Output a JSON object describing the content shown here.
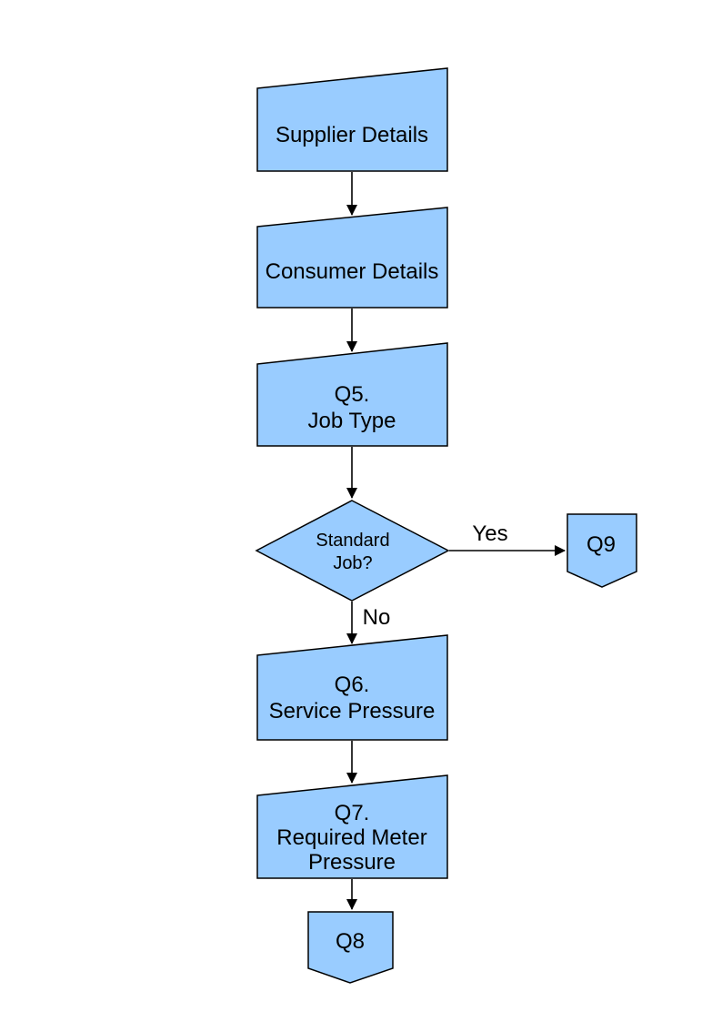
{
  "diagram": {
    "background_color": "#FFFFFF",
    "node_fill_color": "#99CCFF",
    "node_stroke_color": "#000000",
    "nodes": {
      "supplier": {
        "label": "Supplier Details",
        "shape": "manual-input"
      },
      "consumer": {
        "label": "Consumer Details",
        "shape": "manual-input"
      },
      "q5": {
        "line1": "Q5.",
        "line2": "Job Type",
        "shape": "manual-input"
      },
      "decision": {
        "line1": "Standard",
        "line2": "Job?",
        "shape": "decision-diamond"
      },
      "q9": {
        "label": "Q9",
        "shape": "off-page-connector"
      },
      "q6": {
        "line1": "Q6.",
        "line2": "Service Pressure",
        "shape": "manual-input"
      },
      "q7": {
        "line1": "Q7.",
        "line2": "Required Meter",
        "line3": "Pressure",
        "shape": "manual-input"
      },
      "q8": {
        "label": "Q8",
        "shape": "off-page-connector"
      }
    },
    "edge_labels": {
      "yes": "Yes",
      "no": "No"
    }
  }
}
